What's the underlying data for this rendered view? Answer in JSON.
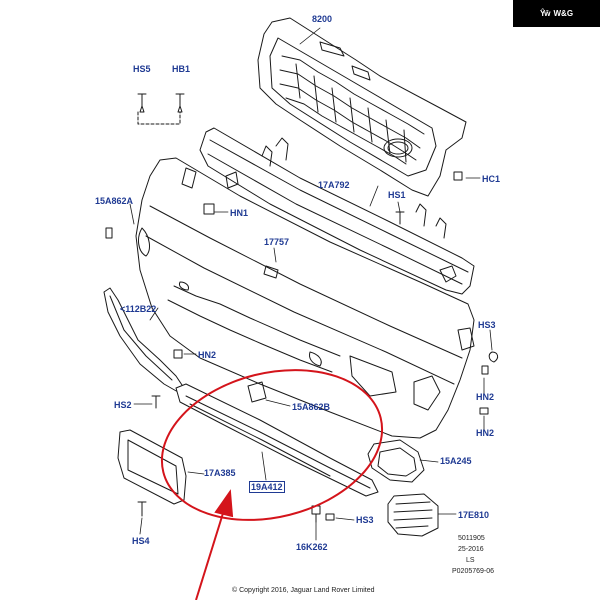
{
  "logo": {
    "text": "W&G",
    "mark": "Ŷŵ"
  },
  "callouts": [
    {
      "id": "c8200",
      "text": "8200"
    },
    {
      "id": "cHS5",
      "text": "HS5"
    },
    {
      "id": "cHB1",
      "text": "HB1"
    },
    {
      "id": "cHC1",
      "text": "HC1"
    },
    {
      "id": "c17A792",
      "text": "17A792"
    },
    {
      "id": "cHS1",
      "text": "HS1"
    },
    {
      "id": "c15A862A",
      "text": "15A862A"
    },
    {
      "id": "cHN1",
      "text": "HN1"
    },
    {
      "id": "c17757",
      "text": "17757"
    },
    {
      "id": "c112B22",
      "text": "<112B22"
    },
    {
      "id": "cHS3a",
      "text": "HS3"
    },
    {
      "id": "cHN2a",
      "text": "HN2"
    },
    {
      "id": "cHN2b",
      "text": "HN2"
    },
    {
      "id": "cHN2c",
      "text": "HN2"
    },
    {
      "id": "cHS2",
      "text": "HS2"
    },
    {
      "id": "c15A862B",
      "text": "15A862B"
    },
    {
      "id": "c15A245",
      "text": "15A245"
    },
    {
      "id": "c17A385",
      "text": "17A385"
    },
    {
      "id": "c19A412",
      "text": "19A412"
    },
    {
      "id": "cHS3b",
      "text": "HS3"
    },
    {
      "id": "c17E810",
      "text": "17E810"
    },
    {
      "id": "cHS4",
      "text": "HS4"
    },
    {
      "id": "c16K262",
      "text": "16K262"
    }
  ],
  "refs": {
    "line1": "5011905",
    "line2": "25-2016",
    "line3": "LS",
    "line4": "P0205769-06"
  },
  "copyright": "© Copyright 2016, Jaguar Land Rover Limited",
  "colors": {
    "label_blue": "#1f3a93",
    "highlight_red": "#d4141b",
    "line_art": "#1a1a1a"
  }
}
